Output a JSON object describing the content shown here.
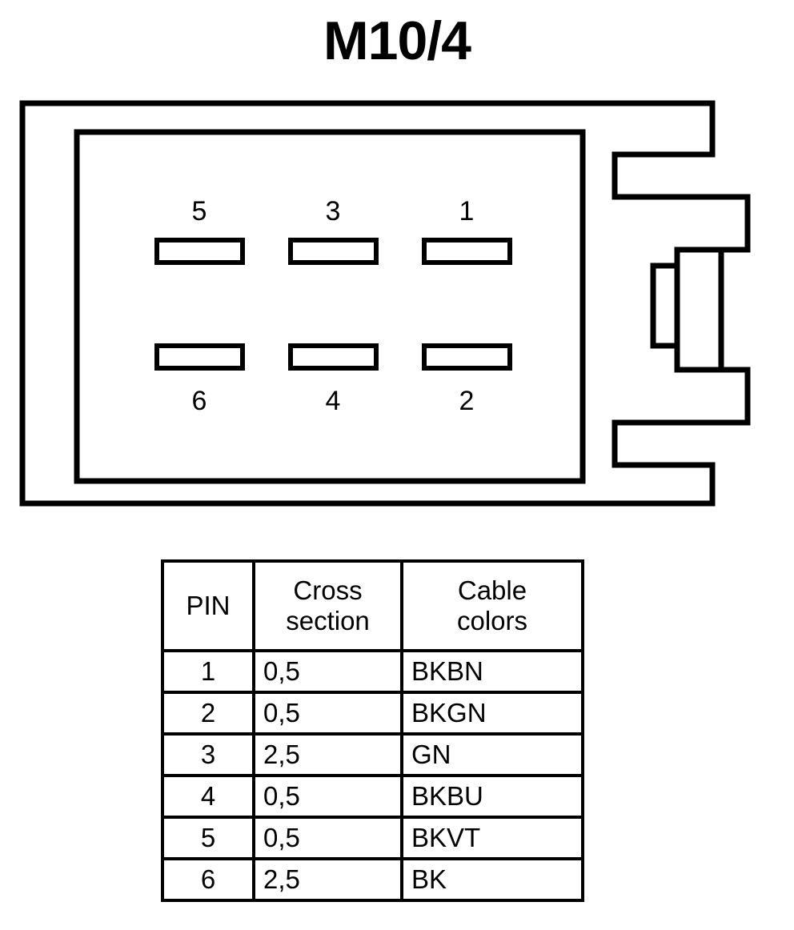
{
  "title": "M10/4",
  "connector": {
    "name": "connector-housing-diagram",
    "stroke_color": "#000000",
    "fill_color": "#ffffff",
    "pin_slots": [
      {
        "pin": "5",
        "row": "top",
        "column": 1
      },
      {
        "pin": "3",
        "row": "top",
        "column": 2
      },
      {
        "pin": "1",
        "row": "top",
        "column": 3
      },
      {
        "pin": "6",
        "row": "bottom",
        "column": 1
      },
      {
        "pin": "4",
        "row": "bottom",
        "column": 2
      },
      {
        "pin": "2",
        "row": "bottom",
        "column": 3
      }
    ]
  },
  "table": {
    "headers": {
      "pin": "PIN",
      "cross_section_line1": "Cross",
      "cross_section_line2": "section",
      "cable_colors_line1": "Cable",
      "cable_colors_line2": "colors"
    },
    "rows": [
      {
        "pin": "1",
        "cross_section": "0,5",
        "cable_colors": "BKBN"
      },
      {
        "pin": "2",
        "cross_section": "0,5",
        "cable_colors": "BKGN"
      },
      {
        "pin": "3",
        "cross_section": "2,5",
        "cable_colors": "GN"
      },
      {
        "pin": "4",
        "cross_section": "0,5",
        "cable_colors": "BKBU"
      },
      {
        "pin": "5",
        "cross_section": "0,5",
        "cable_colors": "BKVT"
      },
      {
        "pin": "6",
        "cross_section": "2,5",
        "cable_colors": "BK"
      }
    ]
  }
}
